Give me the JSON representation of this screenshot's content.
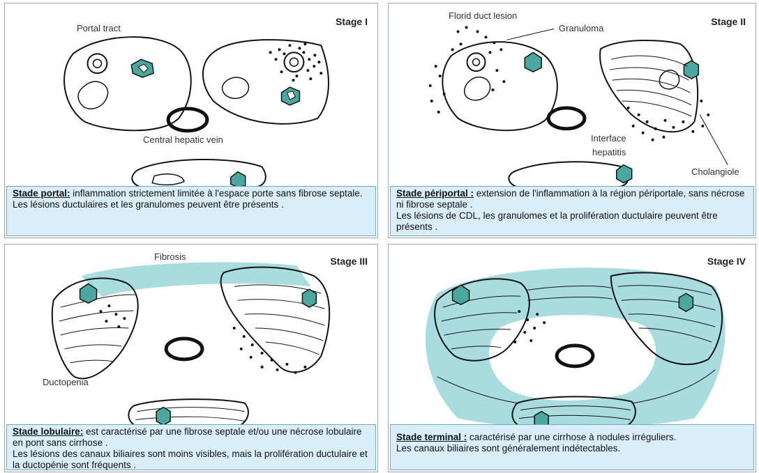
{
  "panels": [
    {
      "stage": "Stage I",
      "labels": {
        "portal_tract": "Portal tract",
        "central_vein": "Central hepatic vein"
      },
      "caption": {
        "title": "Stade portal:",
        "line1": " inflammation strictement limitée à l'espace porte sans fibrose septale.",
        "line2": "Les lésions ductulaires et les granulomes peuvent être présents ."
      }
    },
    {
      "stage": "Stage II",
      "labels": {
        "florid_duct_lesion": "Florid duct lesion",
        "granuloma": "Granuloma",
        "interface_hepatitis_1": "Interface",
        "interface_hepatitis_2": "hepatitis",
        "cholangiole": "Cholangiole"
      },
      "caption": {
        "title": "Stade périportal :",
        "line1": " extension de l'inflammation à la région périportale, sans nécrose ni fibrose septale .",
        "line2": "Les lésions de CDL, les granulomes et la prolifération ductulaire peuvent être présents ."
      }
    },
    {
      "stage": "Stage III",
      "labels": {
        "fibrosis": "Fibrosis",
        "ductopenia": "Ductopenia"
      },
      "caption": {
        "title": "Stade lobulaire:",
        "line1": " est caractérisé par une fibrose septale et/ou une nécrose lobulaire en pont sans cirrhose .",
        "line2": "Les lésions des canaux biliaires sont moins visibles, mais la prolifération ductulaire et la ductopénie sont fréquents ."
      }
    },
    {
      "stage": "Stage IV",
      "labels": {},
      "caption": {
        "title": "Stade terminal :",
        "line1": " caractérisé par une cirrhose à nodules irréguliers.",
        "line2": "Les canaux biliaires sont généralement indétectables."
      }
    }
  ],
  "colors": {
    "duct": "#4aa8a0",
    "fibrosis": "#a9dcdf",
    "caption_bg": "#d9eef8",
    "caption_border": "#6fa9c9"
  }
}
